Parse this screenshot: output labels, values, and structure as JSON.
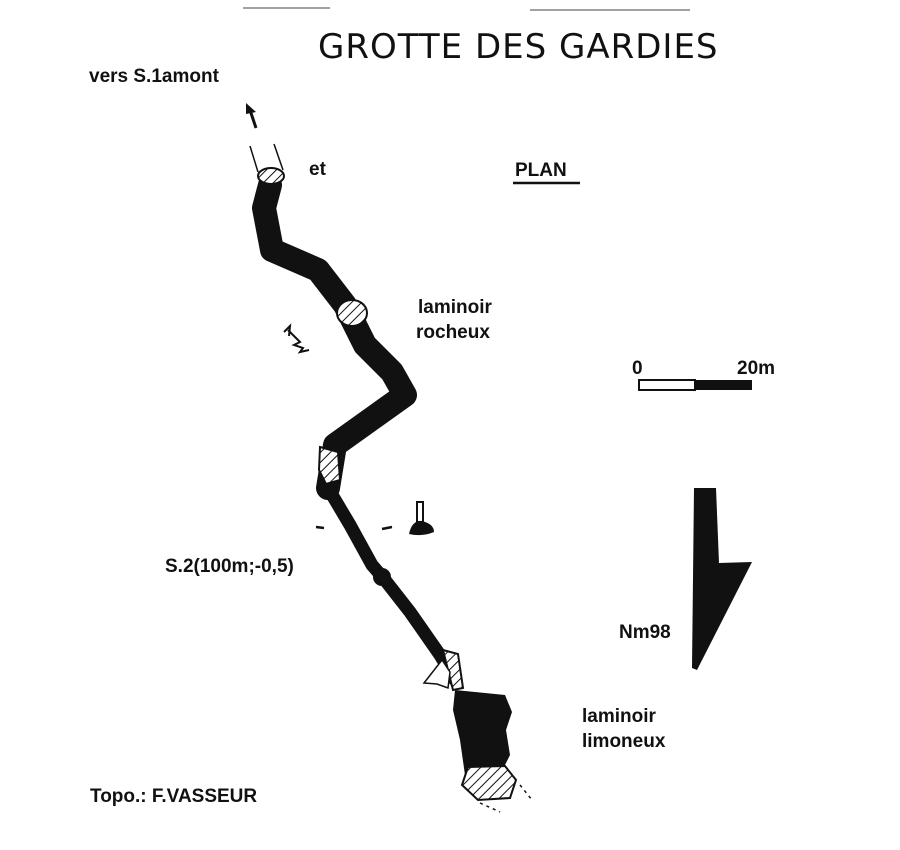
{
  "title": "GROTTE DES GARDIES",
  "view_label": "PLAN",
  "labels": {
    "upstream": "vers S.1amont",
    "et": "et",
    "laminoir_rocheux_1": "laminoir",
    "laminoir_rocheux_2": "rocheux",
    "sump2": "S.2(100m;-0,5)",
    "laminoir_limoneux_1": "laminoir",
    "laminoir_limoneux_2": "limoneux",
    "author": "Topo.: F.VASSEUR"
  },
  "scale": {
    "start": "0",
    "end": "20m"
  },
  "north": {
    "label": "Nm98"
  },
  "colors": {
    "ink": "#111111",
    "paper": "#ffffff"
  }
}
